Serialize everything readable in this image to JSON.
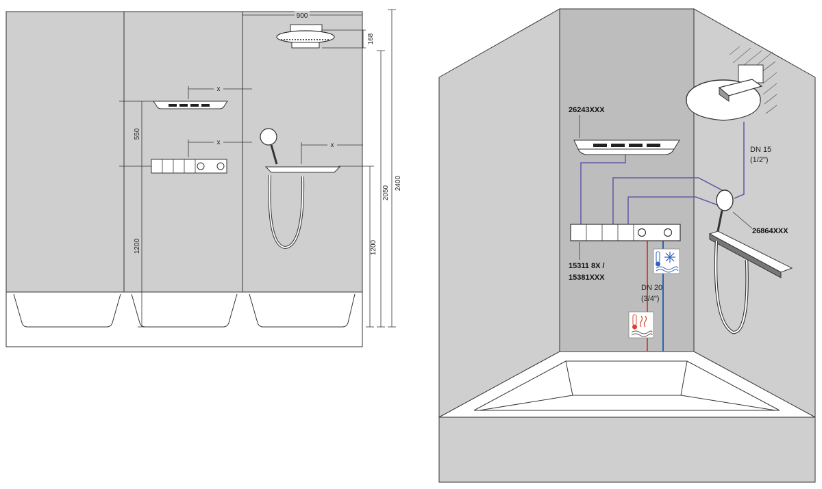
{
  "elevation": {
    "dims": {
      "width_top": "900",
      "head_height": "168",
      "total_height": "2400",
      "shower_height": "2050",
      "outlet_spacing": "550",
      "valve_height_left": "1200",
      "valve_height_right": "1200",
      "offset_outlet": "x",
      "offset_valve": "x",
      "offset_holder": "x"
    }
  },
  "perspective": {
    "labels": {
      "outlet_code": "26243XXX",
      "valve_code_line1": "15311 8X /",
      "valve_code_line2": "15381XXX",
      "handshower_code": "26864XXX",
      "pipe_small_line1": "DN 15",
      "pipe_small_line2": "(1/2\")",
      "pipe_large_line1": "DN 20",
      "pipe_large_line2": "(3/4\")"
    },
    "colors": {
      "connection": "#6a5aa8",
      "hot": "#d9442b",
      "cold": "#2f5fb8"
    },
    "icons": [
      "cold-water-icon",
      "hot-water-icon"
    ]
  }
}
